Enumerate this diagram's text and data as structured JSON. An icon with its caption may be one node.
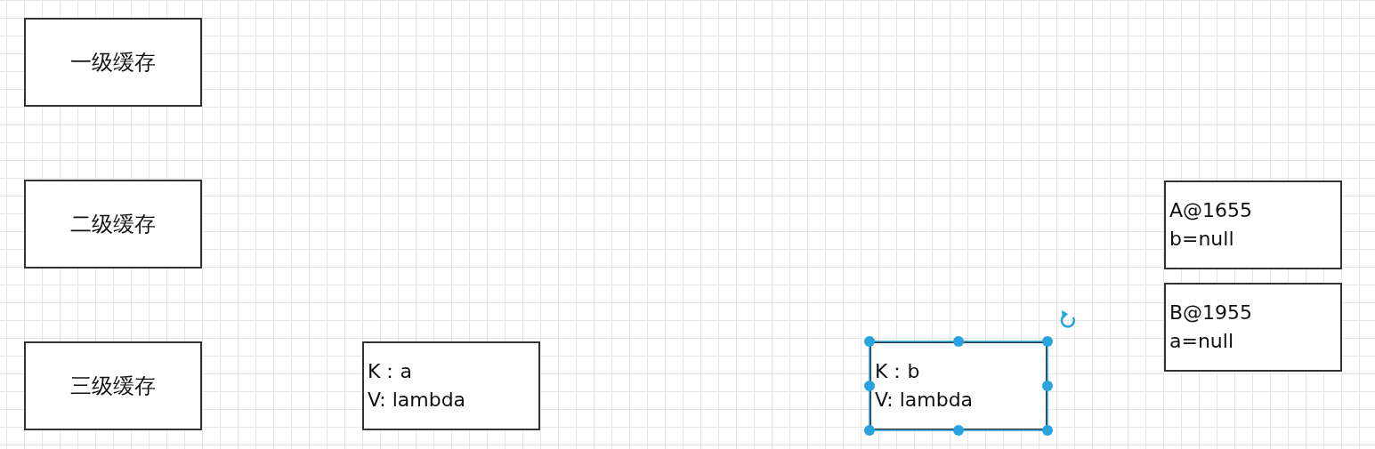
{
  "diagram": {
    "nodes": [
      {
        "text": [
          "一级缓存"
        ]
      },
      {
        "text": [
          "二级缓存"
        ]
      },
      {
        "text": [
          "三级缓存"
        ]
      },
      {
        "text": [
          "K：a",
          "V: lambda"
        ]
      },
      {
        "text": [
          "K：b",
          "V: lambda"
        ]
      },
      {
        "text": [
          "A@1655",
          "b=null"
        ]
      },
      {
        "text": [
          "B@1955",
          "a=null"
        ]
      }
    ]
  }
}
